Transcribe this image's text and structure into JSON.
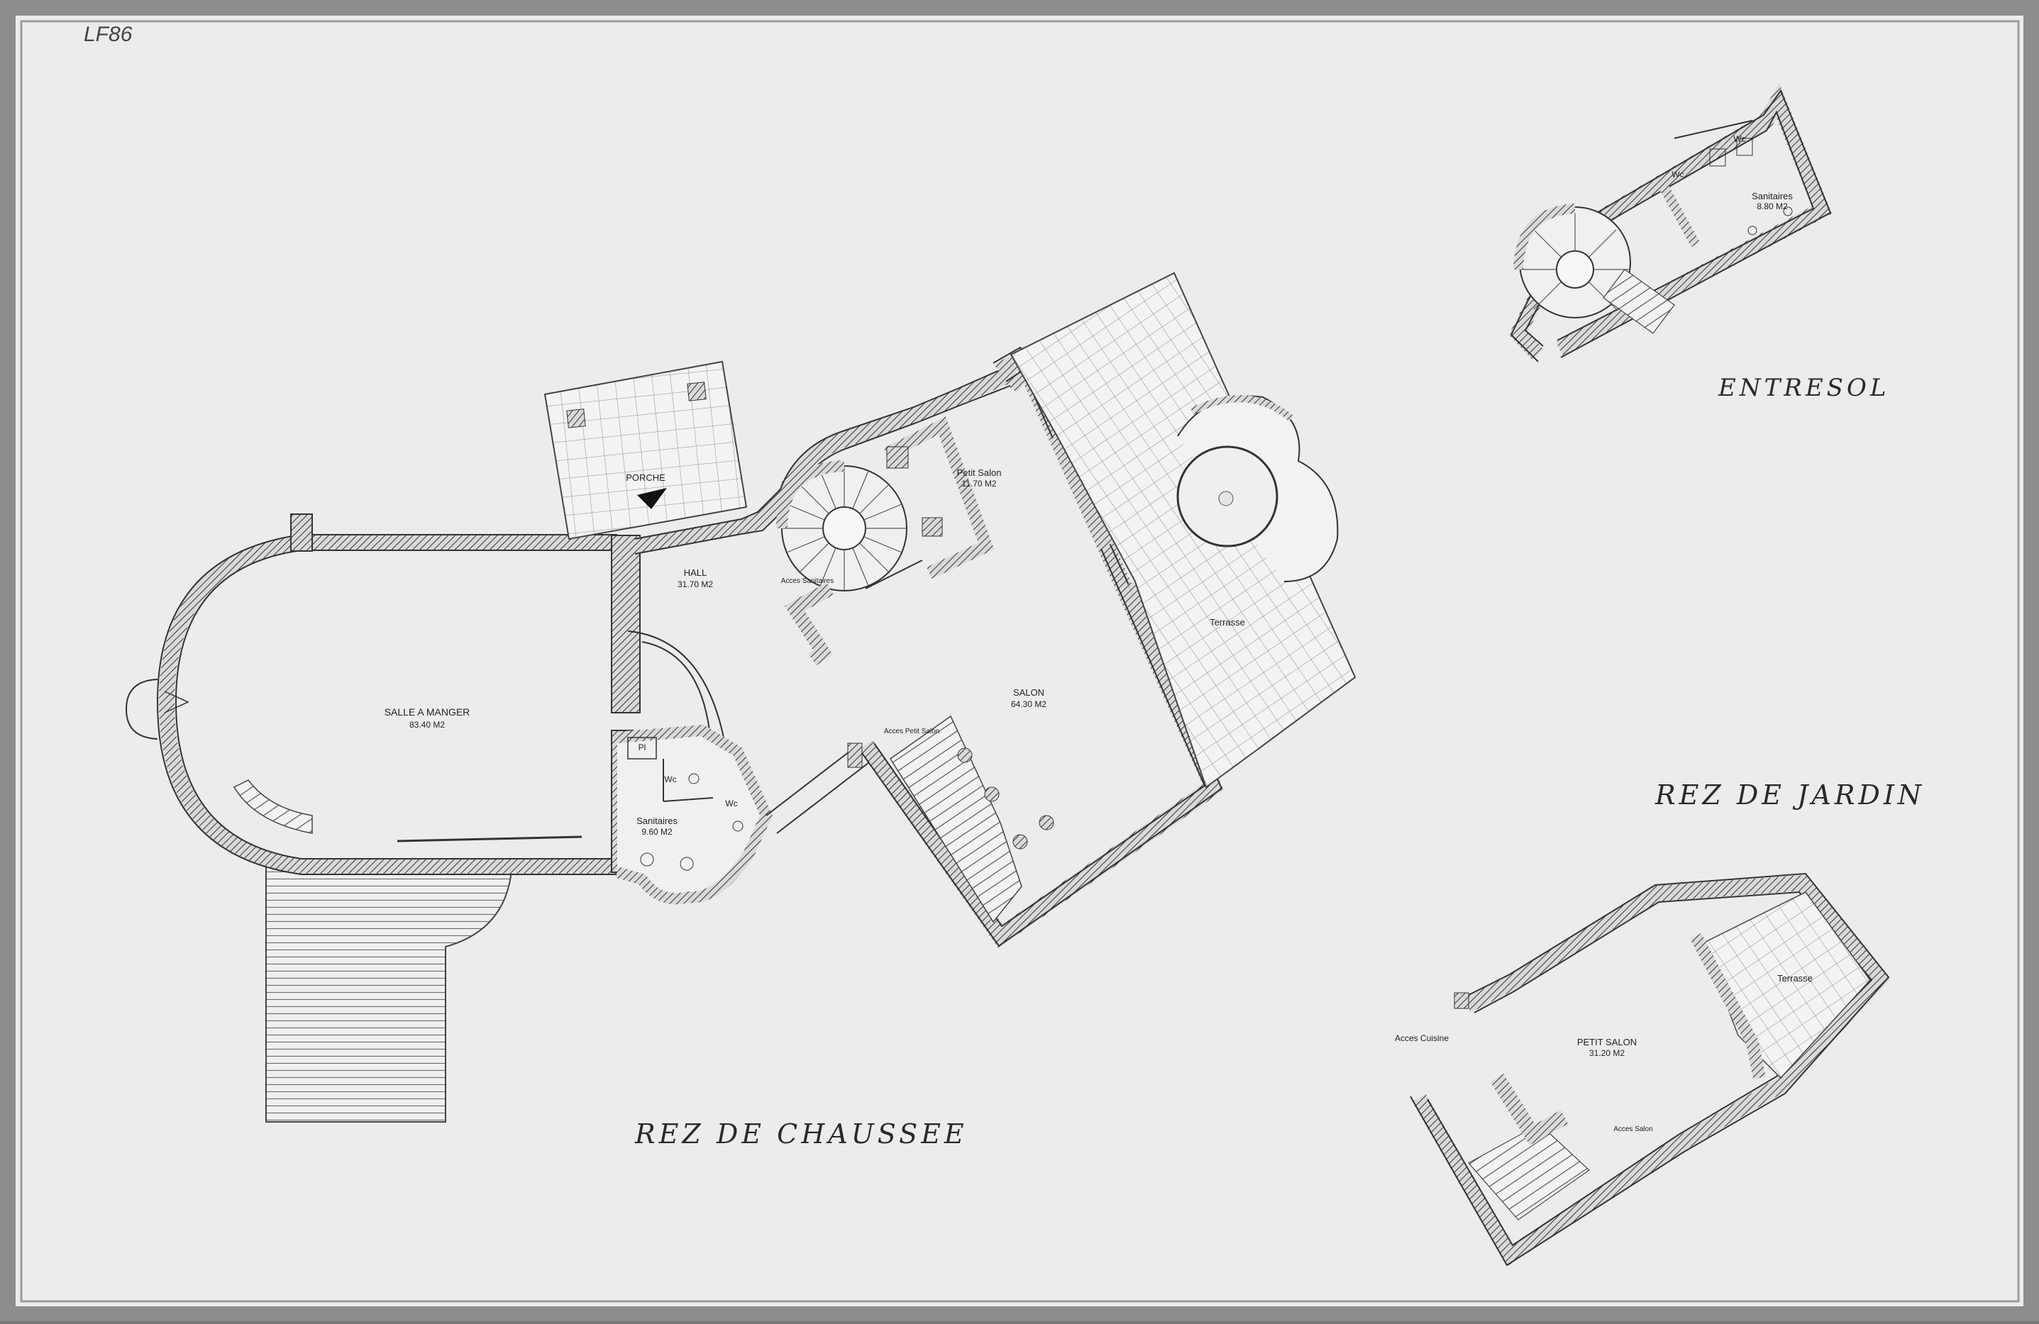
{
  "sheet": {
    "ref": "LF86",
    "colors": {
      "paper": "#eeeeee",
      "ink": "#2b2b2b",
      "border": "#6f6f6f"
    }
  },
  "titles": {
    "rez_de_chaussee": "REZ DE CHAUSSEE",
    "rez_de_jardin": "REZ DE JARDIN",
    "entresol": "ENTRESOL"
  },
  "rooms": {
    "salle_a_manger": {
      "name": "SALLE A MANGER",
      "area": "83.40 M2"
    },
    "porche": {
      "name": "PORCHE"
    },
    "hall": {
      "name": "HALL",
      "area": "31.70 M2"
    },
    "petit_salon": {
      "name": "Petit Salon",
      "area": "11.70 M2"
    },
    "salon": {
      "name": "SALON",
      "area": "64.30 M2"
    },
    "terrasse": {
      "name": "Terrasse"
    },
    "sanitaires_rdc": {
      "name": "Sanitaires",
      "area": "9.60 M2"
    },
    "pl": {
      "name": "Pl"
    },
    "wc_1": {
      "name": "Wc"
    },
    "wc_2": {
      "name": "Wc"
    },
    "sanitaires_entresol": {
      "name": "Sanitaires",
      "area": "8.80 M2"
    },
    "wc_3": {
      "name": "Wc"
    },
    "wc_4": {
      "name": "Wc"
    },
    "petit_salon_jardin": {
      "name": "PETIT SALON",
      "area": "31.20 M2"
    },
    "terrasse_jardin": {
      "name": "Terrasse"
    }
  },
  "annotations": {
    "acces_sanitaires": "Acces Sanitaires",
    "acces_petit_salon": "Acces Petit Salon",
    "acces_cuisine": "Acces Cuisine",
    "acces_salon": "Acces Salon"
  }
}
